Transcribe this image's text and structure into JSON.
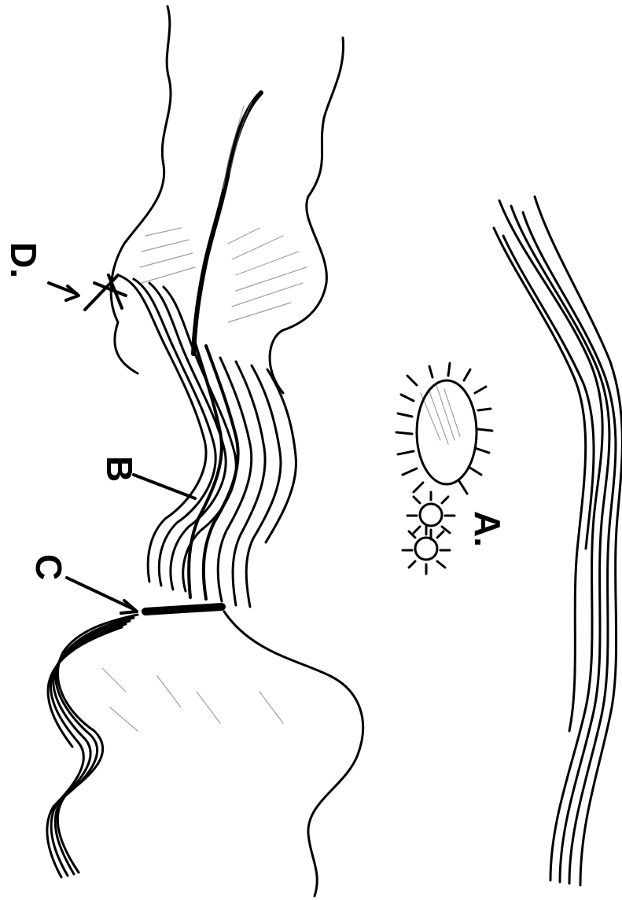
{
  "labels": {
    "a": "A.",
    "b": "B",
    "c": "C",
    "d": "D."
  }
}
